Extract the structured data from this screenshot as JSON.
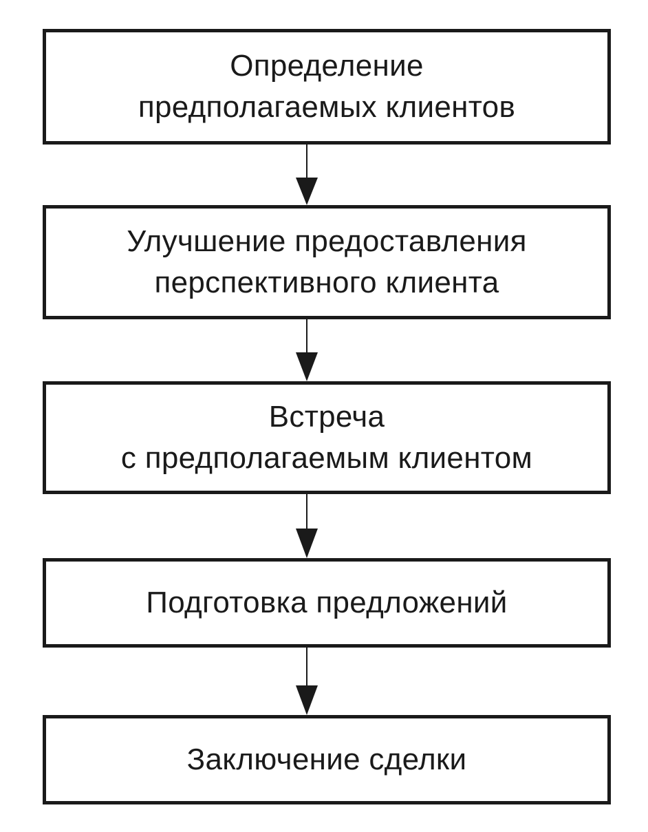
{
  "flowchart": {
    "steps": [
      {
        "label": "Определение\nпредполагаемых клиентов"
      },
      {
        "label": "Улучшение предоставления\nперспективного клиента"
      },
      {
        "label": "Встреча\nс предполагаемым клиентом"
      },
      {
        "label": "Подготовка предложений"
      },
      {
        "label": "Заключение сделки"
      }
    ],
    "colors": {
      "stroke": "#1a1a1a",
      "background": "#ffffff"
    }
  }
}
